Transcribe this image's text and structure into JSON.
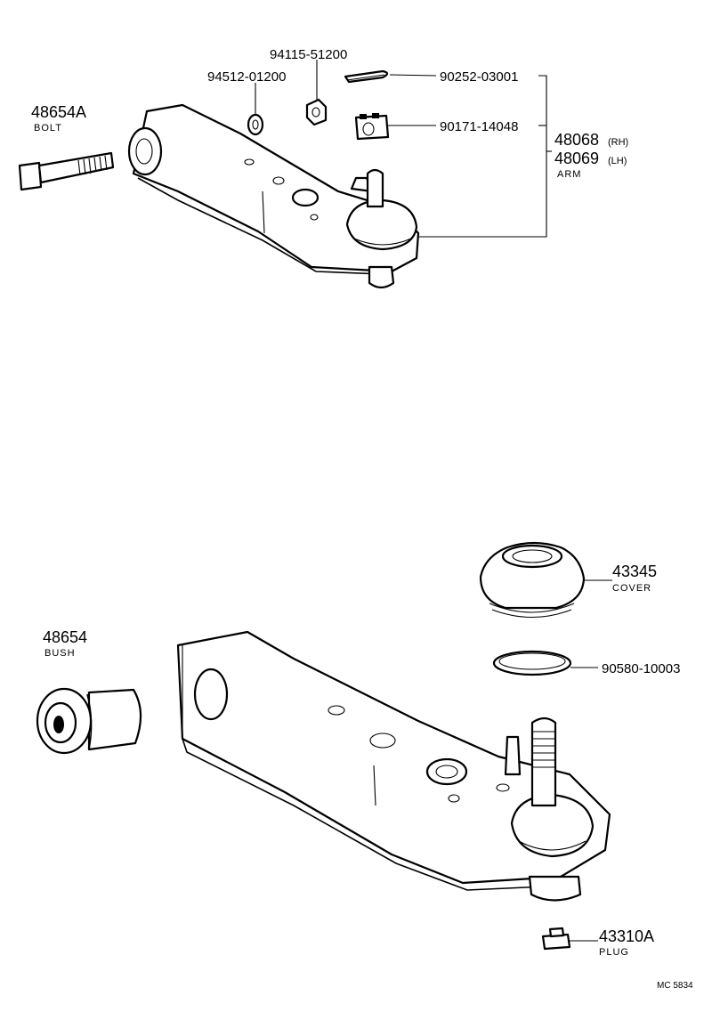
{
  "labels": {
    "bolt_no": "48654A",
    "bolt_name": "BOLT",
    "washer_no": "94512-01200",
    "nut_no": "94115-51200",
    "cotter_pin_no": "90252-03001",
    "castle_nut_no": "90171-14048",
    "arm_rh_no": "48068",
    "arm_rh_side": "(RH)",
    "arm_lh_no": "48069",
    "arm_lh_side": "(LH)",
    "arm_name": "ARM",
    "cover_no": "43345",
    "cover_name": "COVER",
    "ring_no": "90580-10003",
    "bush_no": "48654",
    "bush_name": "BUSH",
    "plug_no": "43310A",
    "plug_name": "PLUG",
    "diagram_code": "MC 5834"
  },
  "icons": {
    "bolt": "bolt-icon",
    "washer": "washer-icon",
    "nut": "nut-icon",
    "cotter_pin": "cotter-pin-icon",
    "castle_nut": "castle-nut-icon",
    "upper_arm": "upper-arm-icon",
    "lower_arm": "lower-arm-icon",
    "cover": "boot-cover-icon",
    "ring": "snap-ring-icon",
    "bush": "bushing-icon",
    "plug": "plug-icon"
  }
}
